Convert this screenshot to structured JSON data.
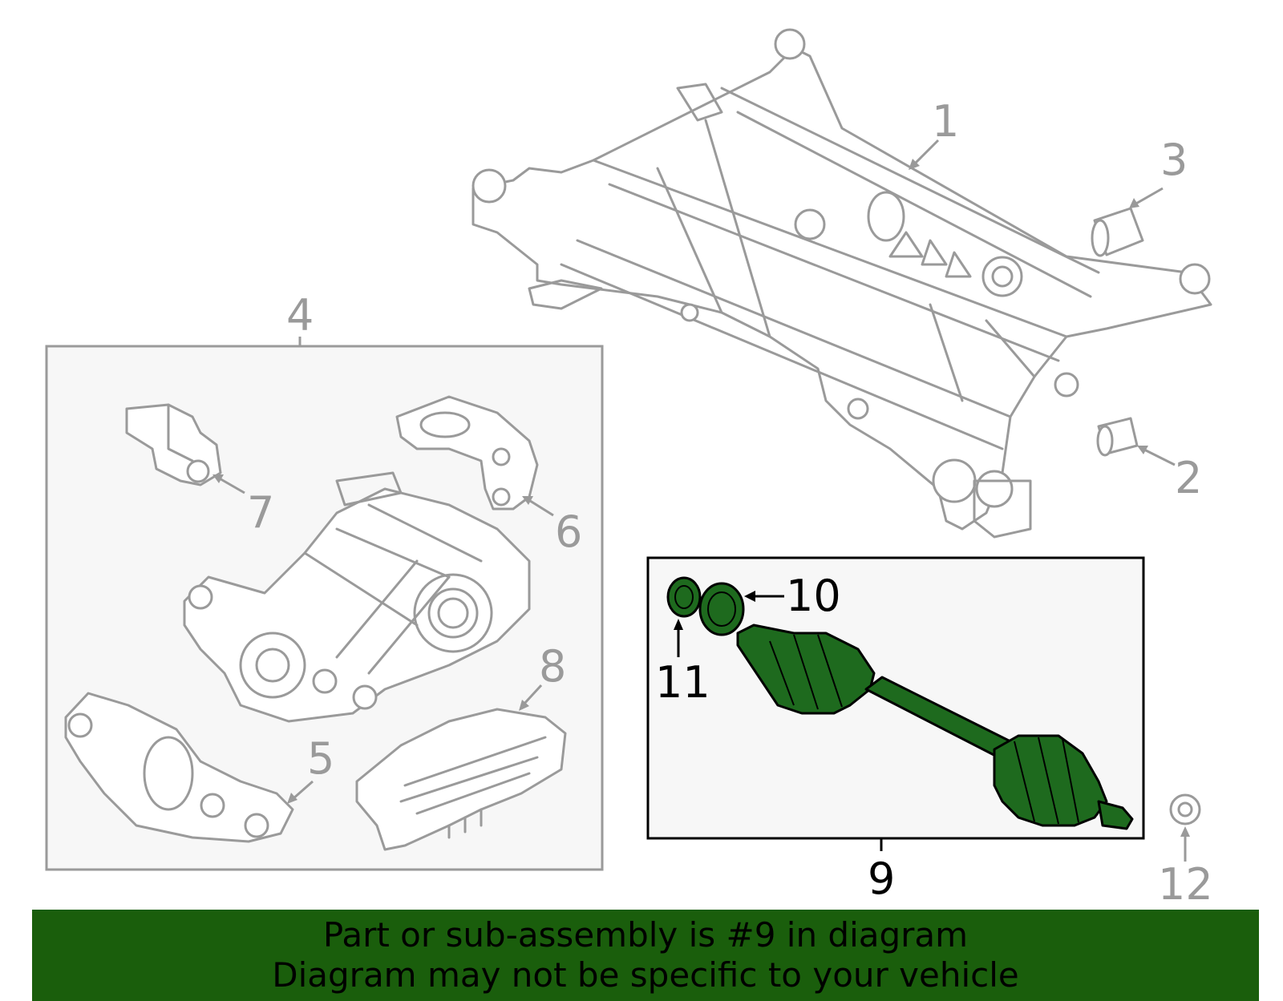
{
  "callouts": {
    "c1": "1",
    "c2": "2",
    "c3": "3",
    "c4": "4",
    "c5": "5",
    "c6": "6",
    "c7": "7",
    "c8": "8",
    "c9": "9",
    "c10": "10",
    "c11": "11",
    "c12": "12"
  },
  "banner": {
    "line1": "Part or sub-assembly is #9 in diagram",
    "line2": "Diagram may not be specific to your vehicle"
  },
  "colors": {
    "highlight": "#1e6a1e",
    "banner": "#1a5e0c",
    "line_gray": "#9a9a9a",
    "box_fill": "#f7f7f7"
  }
}
